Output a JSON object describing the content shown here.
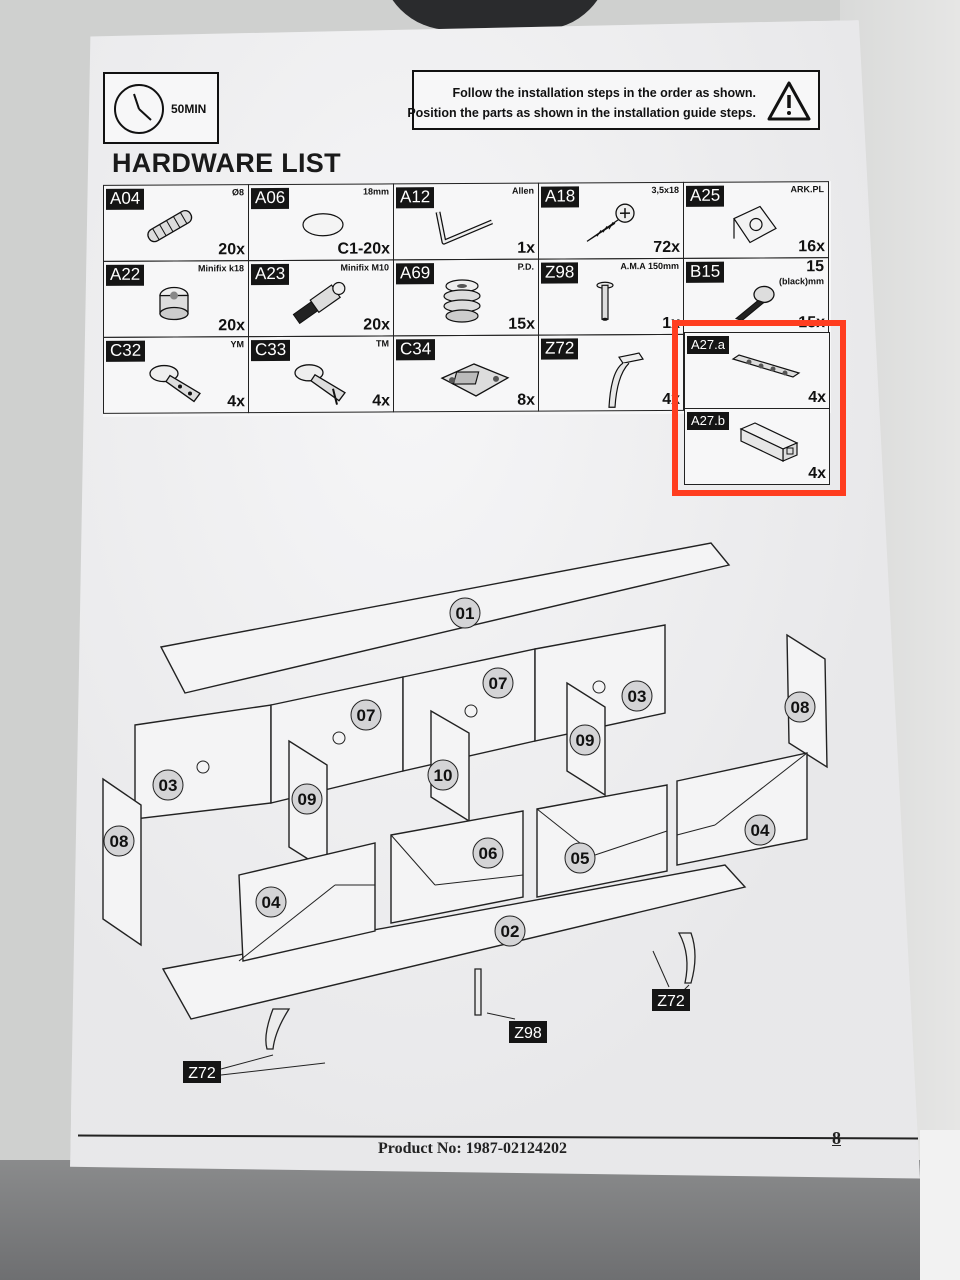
{
  "header": {
    "time": "50MIN",
    "warning_line1": "Follow the installation steps in the order as shown.",
    "warning_line2": "Position the parts as shown in the installation guide steps."
  },
  "title": "HARDWARE LIST",
  "hardware": {
    "a04": {
      "code": "A04",
      "spec": "Ø8",
      "qty": "20x"
    },
    "a06": {
      "code": "A06",
      "spec": "18mm",
      "qty": "C1-20x"
    },
    "a12": {
      "code": "A12",
      "spec": "Allen",
      "qty": "1x"
    },
    "a18": {
      "code": "A18",
      "spec": "3,5x18",
      "qty": "72x"
    },
    "a25": {
      "code": "A25",
      "spec": "ARK.PL",
      "qty": "16x"
    },
    "a22": {
      "code": "A22",
      "spec": "Minifix k18",
      "qty": "20x"
    },
    "a23": {
      "code": "A23",
      "spec": "Minifix M10",
      "qty": "20x"
    },
    "a69": {
      "code": "A69",
      "spec": "P.D.",
      "qty": "15x"
    },
    "z98": {
      "code": "Z98",
      "spec": "A.M.A 150mm",
      "qty": "1x"
    },
    "b15": {
      "code": "B15",
      "spec": "15",
      "spec2": "(black)mm",
      "qty": "15x"
    },
    "c32": {
      "code": "C32",
      "spec": "YM",
      "qty": "4x"
    },
    "c33": {
      "code": "C33",
      "spec": "TM",
      "qty": "4x"
    },
    "c34": {
      "code": "C34",
      "spec": "",
      "qty": "8x"
    },
    "z72": {
      "code": "Z72",
      "spec": "",
      "qty": "4x"
    },
    "a27a": {
      "code": "A27.a",
      "qty": "4x"
    },
    "a27b": {
      "code": "A27.b",
      "qty": "4x"
    }
  },
  "assembly": {
    "parts": [
      "01",
      "02",
      "03",
      "04",
      "05",
      "06",
      "07",
      "08",
      "09",
      "10"
    ],
    "tags": {
      "z72": "Z72",
      "z98": "Z98"
    }
  },
  "footer": {
    "product_no": "Product No: 1987-02124202",
    "page": "8"
  },
  "colors": {
    "highlight": "#ff3d1f",
    "ink": "#111111",
    "paper": "#f1f1f3"
  }
}
